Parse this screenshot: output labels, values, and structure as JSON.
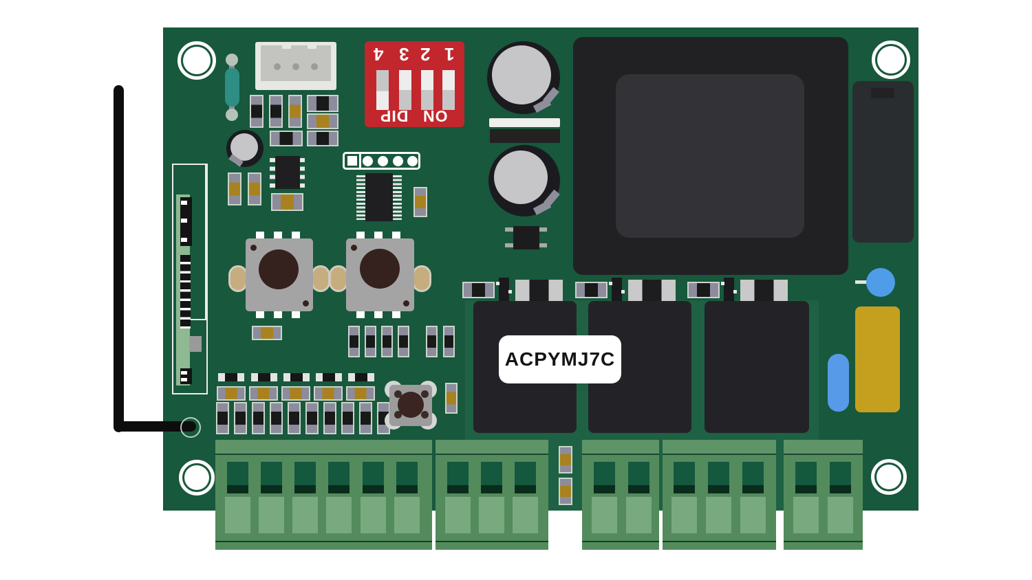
{
  "device_label": {
    "text": "ACPYMJ7C"
  },
  "dip_switch": {
    "digits": [
      "4",
      "3",
      "2",
      "1"
    ],
    "word_left": "DIP",
    "word_right": "ON",
    "positions": [
      "down",
      "up",
      "up",
      "up"
    ],
    "note_orientation": "printing rotated 180 degrees"
  },
  "colors": {
    "board_green": "#18583C",
    "relay_panel_green": "#1E6144",
    "terminal_body_green": "#548B5D",
    "terminal_tab_green": "#78A97F",
    "terminal_hole_green": "#14583E",
    "dip_red": "#C1272D",
    "smd_gold": "#A8821E",
    "smd_gray": "#8C8C9C",
    "big_capacitor_yellow": "#C5A01F",
    "led_blue": "#4F9CE9",
    "capsule_blue": "#579AE8",
    "inductor_teal": "#2E8E84",
    "module_black": "#212124",
    "pot_gray": "#A4A4A4",
    "antenna_black": "#0D0D0D"
  }
}
